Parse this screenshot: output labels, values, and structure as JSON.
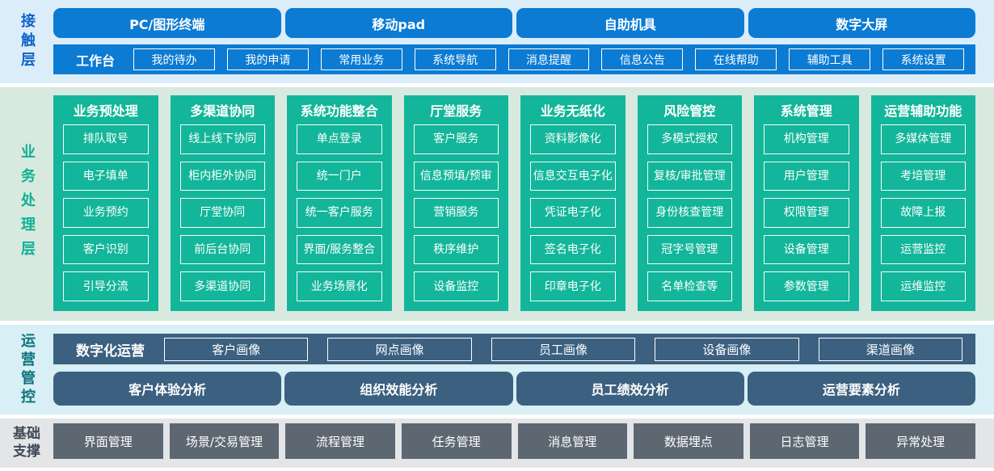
{
  "colors": {
    "primary_blue": "#0b7bd3",
    "teal_green": "#13b69a",
    "slate_blue": "#3b6080",
    "gray": "#5d6772",
    "band_contact": "#dcedfa",
    "band_business": "#d8e9e0",
    "band_operations": "#d7eff5",
    "band_foundation": "#e4e5e7",
    "contact_label_color": "#0e63c8",
    "business_label_color": "#10b193",
    "operations_label_color": "#0c727e",
    "foundation_label_color": "#3f4a56"
  },
  "sections": {
    "contact": {
      "label": "接触层",
      "devices": [
        "PC/图形终端",
        "移动pad",
        "自助机具",
        "数字大屏"
      ],
      "workbench": {
        "label": "工作台",
        "items": [
          "我的待办",
          "我的申请",
          "常用业务",
          "系统导航",
          "消息提醒",
          "信息公告",
          "在线帮助",
          "辅助工具",
          "系统设置"
        ]
      }
    },
    "business": {
      "label": "业务处理层",
      "columns": [
        {
          "title": "业务预处理",
          "items": [
            "排队取号",
            "电子填单",
            "业务预约",
            "客户识别",
            "引导分流"
          ]
        },
        {
          "title": "多渠道协同",
          "items": [
            "线上线下协同",
            "柜内柜外协同",
            "厅堂协同",
            "前后台协同",
            "多渠道协同"
          ]
        },
        {
          "title": "系统功能整合",
          "items": [
            "单点登录",
            "统一门户",
            "统一客户服务",
            "界面/服务整合",
            "业务场景化"
          ]
        },
        {
          "title": "厅堂服务",
          "items": [
            "客户服务",
            "信息预填/预审",
            "营销服务",
            "秩序维护",
            "设备监控"
          ]
        },
        {
          "title": "业务无纸化",
          "items": [
            "资料影像化",
            "信息交互电子化",
            "凭证电子化",
            "签名电子化",
            "印章电子化"
          ]
        },
        {
          "title": "风险管控",
          "items": [
            "多模式授权",
            "复核/审批管理",
            "身份核查管理",
            "冠字号管理",
            "名单检查等"
          ]
        },
        {
          "title": "系统管理",
          "items": [
            "机构管理",
            "用户管理",
            "权限管理",
            "设备管理",
            "参数管理"
          ]
        },
        {
          "title": "运营辅助功能",
          "items": [
            "多媒体管理",
            "考培管理",
            "故障上报",
            "运营监控",
            "运维监控"
          ]
        }
      ]
    },
    "operations": {
      "label": "运营管控",
      "digital": {
        "label": "数字化运营",
        "items": [
          "客户画像",
          "网点画像",
          "员工画像",
          "设备画像",
          "渠道画像"
        ]
      },
      "analysis": [
        "客户体验分析",
        "组织效能分析",
        "员工绩效分析",
        "运营要素分析"
      ]
    },
    "foundation": {
      "label": "基础\n支撑",
      "items": [
        "界面管理",
        "场景/交易管理",
        "流程管理",
        "任务管理",
        "消息管理",
        "数据埋点",
        "日志管理",
        "异常处理"
      ]
    }
  }
}
